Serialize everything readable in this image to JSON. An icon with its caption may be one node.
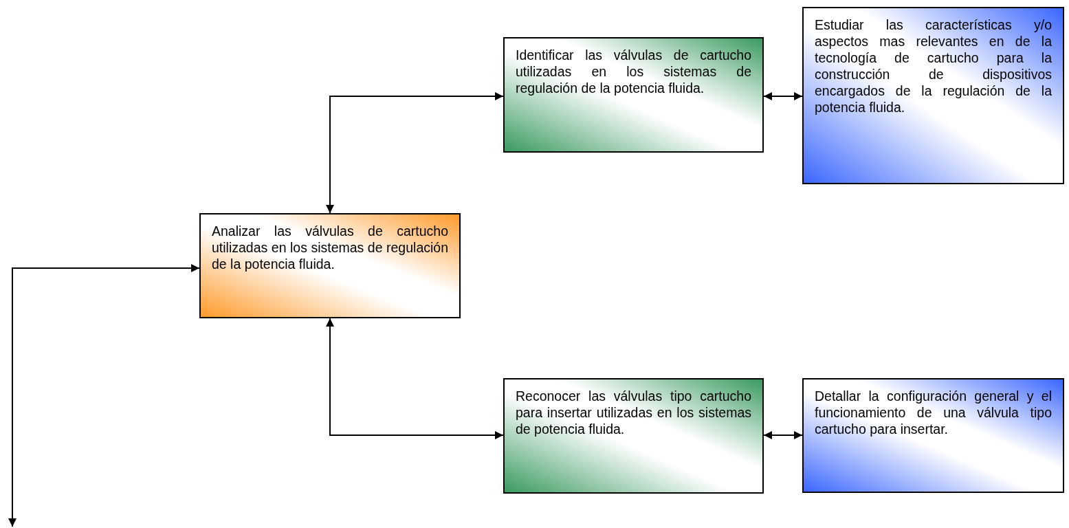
{
  "diagram": {
    "nodes": [
      {
        "text": [
          "Analizar las válvulas de cartucho utilizadas en los sistemas de regulación de la potencia fluida."
        ]
      },
      {
        "text": [
          "Identificar las válvulas de cartucho utilizadas en los sistemas de regulación de la potencia fluida."
        ]
      },
      {
        "text": [
          "Estudiar las características y/o aspectos mas relevantes en de la tecnología de cartucho para la construcción de dispositivos encargados de la regulación de la potencia fluida."
        ]
      },
      {
        "text": [
          "Reconocer las válvulas tipo cartucho para insertar utilizadas en los sistemas de potencia fluida."
        ]
      },
      {
        "text": [
          "Detallar la configuración general y el funcionamiento de una válvula tipo cartucho para insertar."
        ]
      }
    ],
    "edges": [
      {
        "from": 0,
        "to": 1,
        "arrow": "both"
      },
      {
        "from": 1,
        "to": 2,
        "arrow": "both"
      },
      {
        "from": 0,
        "to": 3,
        "arrow": "both"
      },
      {
        "from": 3,
        "to": 4,
        "arrow": "both"
      },
      {
        "from": null,
        "to": 0,
        "arrow": "both"
      }
    ]
  }
}
